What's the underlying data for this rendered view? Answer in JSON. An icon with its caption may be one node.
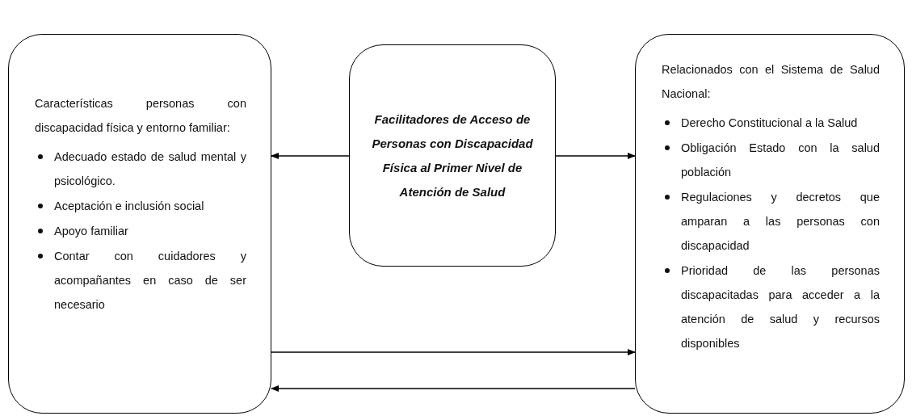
{
  "diagram": {
    "nodes": [
      {
        "text": [
          "Características personas con discapacidad física y entorno familiar:",
          "Adecuado estado de salud mental y psicológico.",
          "Aceptación e inclusión social",
          "Apoyo familiar",
          "Contar con cuidadores y acompañantes en caso de ser necesario"
        ]
      },
      {
        "text": [
          "Facilitadores de Acceso de Personas con Discapacidad Física al Primer Nivel de Atención de Salud"
        ]
      },
      {
        "text": [
          "Relacionados con el Sistema de Salud Nacional:",
          "Derecho Constitucional a la Salud",
          "Obligación Estado con la salud población",
          "Regulaciones y decretos que amparan a las personas con discapacidad",
          "Prioridad de las personas discapacitadas para acceder a la atención de salud y recursos disponibles"
        ]
      }
    ],
    "edges": [
      {
        "from": 1,
        "to": 0,
        "arrow": "to"
      },
      {
        "from": 1,
        "to": 2,
        "arrow": "to"
      },
      {
        "from": 0,
        "to": 2,
        "arrow": "to"
      },
      {
        "from": 2,
        "to": 0,
        "arrow": "to"
      }
    ]
  }
}
